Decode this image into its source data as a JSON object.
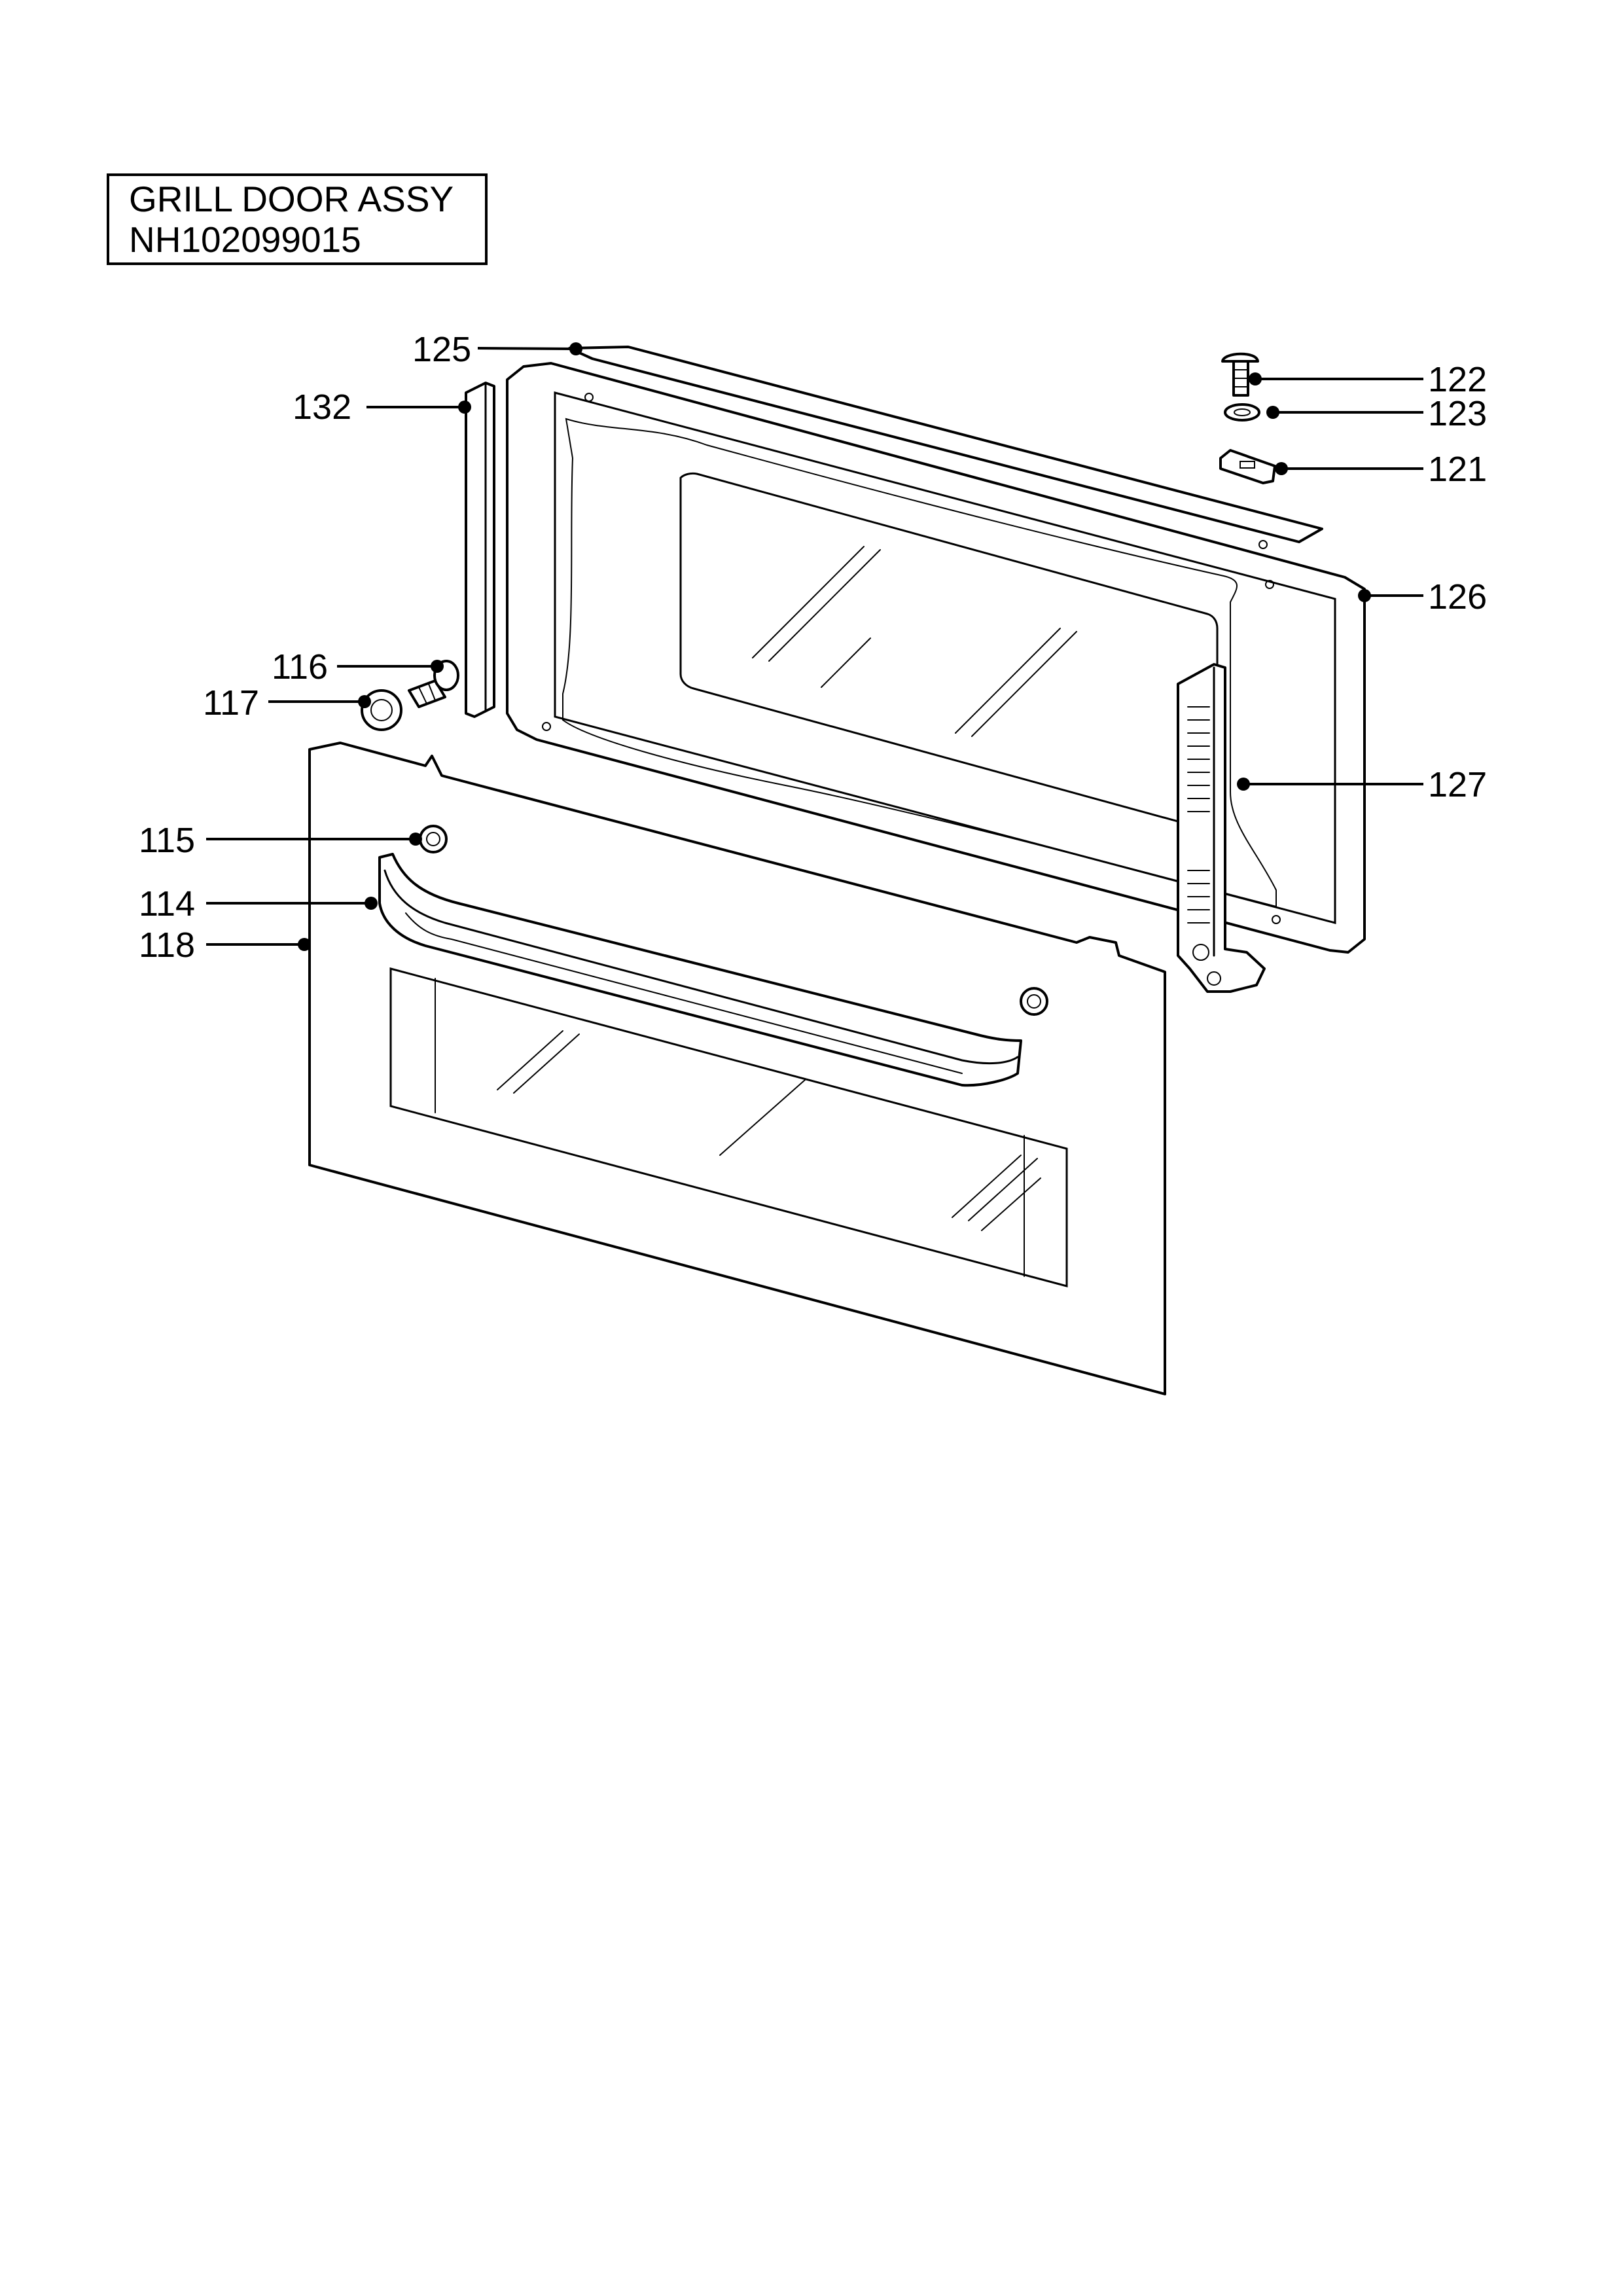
{
  "title": {
    "line1": "GRILL DOOR ASSY",
    "line2": "NH102099015"
  },
  "callouts": {
    "c114": "114",
    "c115": "115",
    "c116": "116",
    "c117": "117",
    "c118": "118",
    "c121": "121",
    "c122": "122",
    "c123": "123",
    "c125": "125",
    "c126": "126",
    "c127": "127",
    "c132": "132"
  }
}
